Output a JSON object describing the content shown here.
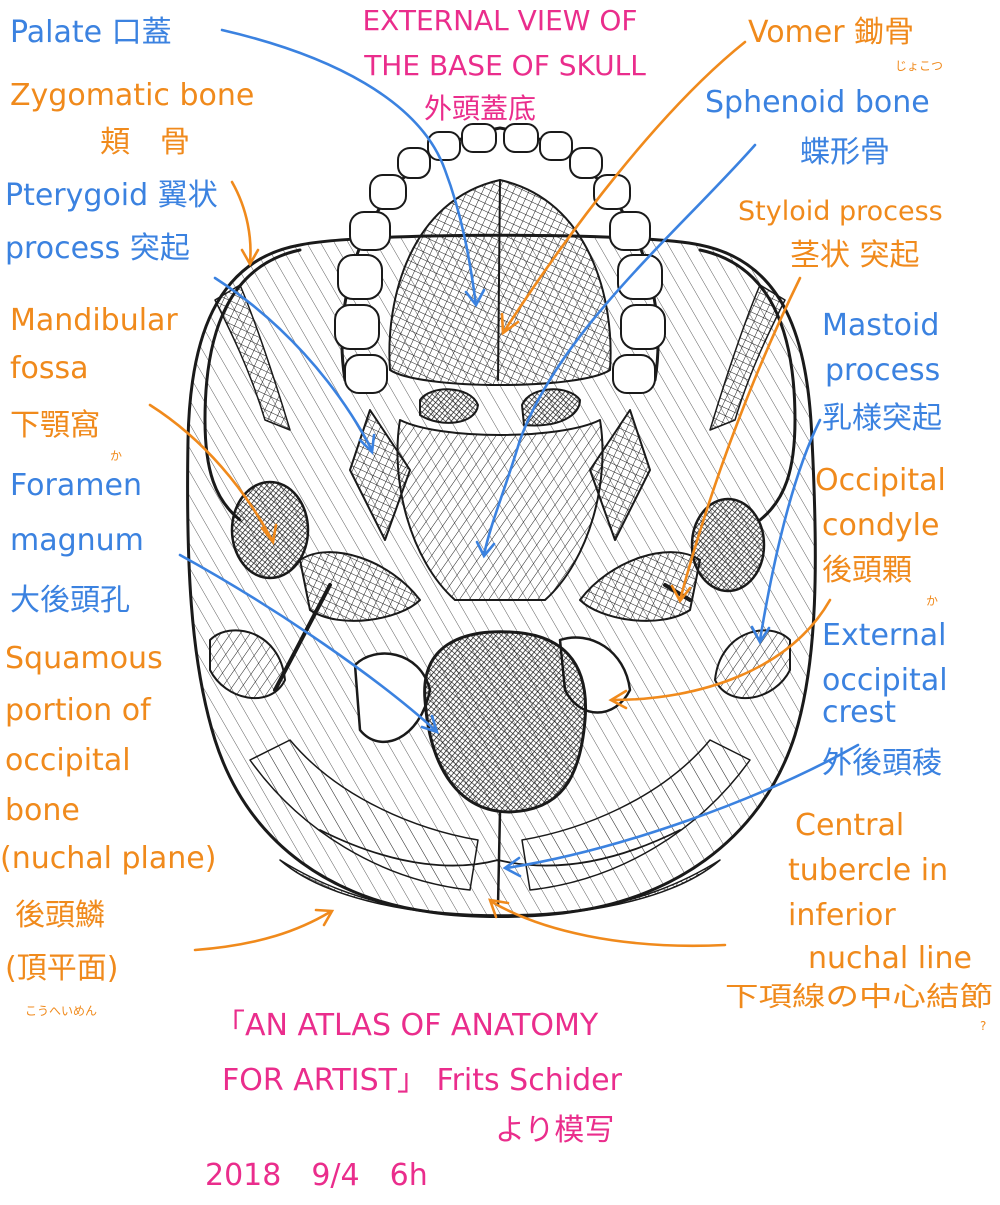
{
  "colors": {
    "blue": "#3b82e0",
    "orange": "#f08a1c",
    "pink": "#ea2d8c",
    "ink": "#1a1a1a",
    "paper": "#ffffff"
  },
  "title": {
    "line1": "EXTERNAL VIEW OF",
    "line2": "THE BASE OF SKULL",
    "line3": "外頭蓋底"
  },
  "labels": {
    "palate": {
      "en": "Palate",
      "jp": "口蓋"
    },
    "vomer": {
      "en": "Vomer",
      "jp": "鋤骨",
      "furigana": "じょこつ"
    },
    "zygomatic": {
      "en": "Zygomatic bone",
      "jp": "頬　骨"
    },
    "sphenoid": {
      "en": "Sphenoid bone",
      "jp": "蝶形骨"
    },
    "pterygoid": {
      "line1": "Pterygoid 翼状",
      "line2": "process 突起"
    },
    "styloid": {
      "en": "Styloid process",
      "jp": "茎状 突起"
    },
    "mandibular": {
      "line1": "Mandibular",
      "line2": "fossa",
      "jp": "下顎窩",
      "furigana": "か"
    },
    "mastoid": {
      "line1": "Mastoid",
      "line2": "process",
      "jp": "乳様突起"
    },
    "foramen": {
      "line1": "Foramen",
      "line2": "magnum",
      "jp": "大後頭孔"
    },
    "occipital_condyle": {
      "line1": "Occipital",
      "line2": "condyle",
      "jp": "後頭顆",
      "furigana": "か"
    },
    "squamous": {
      "line1": "Squamous",
      "line2": "portion of",
      "line3": "occipital",
      "line4": "bone",
      "line5": "(nuchal plane)",
      "jp1": "後頭鱗",
      "jp2": "(頂平面)",
      "furigana": "こうへいめん"
    },
    "external_crest": {
      "line1": "External",
      "line2": "occipital",
      "line3": "crest",
      "jp": "外後頭稜"
    },
    "central_tubercle": {
      "line1": "Central",
      "line2": "tubercle in",
      "line3": "inferior",
      "line4": "nuchal line",
      "jp": "下項線の中心結節",
      "mark": "?"
    }
  },
  "credit": {
    "line1": "「AN ATLAS OF ANATOMY",
    "line2": "FOR ARTIST」 Frits Schider",
    "line3": "より模写",
    "date": "2018　9/4　6h"
  }
}
